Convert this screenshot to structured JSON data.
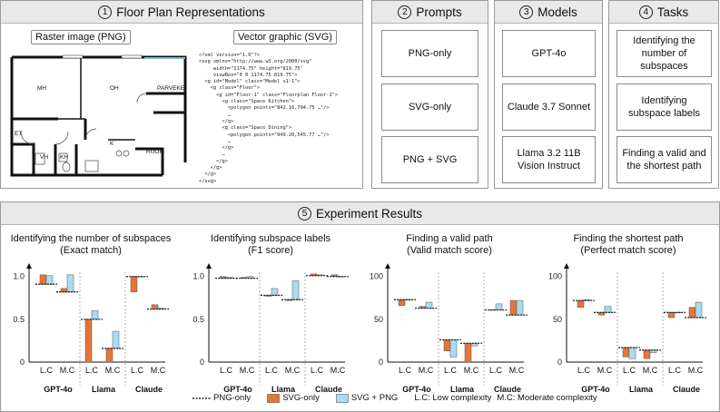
{
  "colors": {
    "png": "#222222",
    "svg": "#e87437",
    "both": "#a8dcf2"
  },
  "panel1": {
    "num": "1",
    "title": "Floor Plan Representations",
    "raster_label": "Raster image (PNG)",
    "vector_label": "Vector graphic (SVG)",
    "rooms": [
      "MH",
      "OH",
      "PARVEKE",
      "ET",
      "VH",
      "KH",
      "K",
      "RUOK"
    ],
    "svg_code": "<?xml version=\"1.0\"?>\n<svg xmlns=\"http://www.w3.org/2000/svg\"\n     width=\"1174.75\" height=\"819.75\"\n     viewBox=\"0 0 1174.75 819.75\">\n  <g id=\"Model\" class=\"Model v1-1\">\n    <g class=\"Floor\">\n      <g id=\"Floor-1\" class=\"Floorplan Floor-1\">\n        <g class=\"Space Kitchen\">\n          <polygon points=\"842.16,794.75 …\"/>\n          …\n        </g>\n        <g class=\"Space Dining\">\n          <polygon points=\"949.20,545.77 …\"/>\n          …\n        </g>\n        …\n      </g>\n    </g>\n  </g>\n</svg>"
  },
  "panel2": {
    "num": "2",
    "title": "Prompts",
    "items": [
      "PNG-only",
      "SVG-only",
      "PNG + SVG"
    ]
  },
  "panel3": {
    "num": "3",
    "title": "Models",
    "items": [
      "GPT-4o",
      "Claude 3.7 Sonnet",
      "Llama 3.2 11B\nVision Instruct"
    ]
  },
  "panel4": {
    "num": "4",
    "title": "Tasks",
    "items": [
      "Identifying the\nnumber of\nsubspaces",
      "Identifying\nsubspace labels",
      "Finding a valid and\nthe shortest path"
    ]
  },
  "panel5": {
    "num": "5",
    "title": "Experiment Results"
  },
  "chart_data": [
    {
      "type": "bar",
      "title": "Identifying the number of subspaces\n(Exact match)",
      "yticks": [
        "1.0",
        "0.5",
        "0"
      ],
      "ylim": [
        0,
        1.05
      ],
      "models": [
        "GPT-4o",
        "Llama",
        "Claude"
      ],
      "complexity": [
        "L.C",
        "M.C"
      ],
      "series": [
        {
          "name": "PNG-only",
          "values": [
            0.91,
            0.82,
            0.5,
            0.16,
            1.0,
            0.62
          ]
        },
        {
          "name": "SVG-only",
          "values": [
            1.02,
            0.86,
            0.0,
            0.0,
            0.82,
            0.67
          ]
        },
        {
          "name": "SVG + PNG",
          "values": [
            1.01,
            1.02,
            0.6,
            0.36,
            1.0,
            0.63
          ]
        }
      ]
    },
    {
      "type": "bar",
      "title": "Identifying subspace labels\n(F1 score)",
      "yticks": [
        "1.0",
        "0.5",
        "0"
      ],
      "ylim": [
        0,
        1.05
      ],
      "models": [
        "GPT-4o",
        "Llama",
        "Claude"
      ],
      "complexity": [
        "L.C",
        "M.C"
      ],
      "series": [
        {
          "name": "PNG-only",
          "values": [
            0.98,
            0.98,
            0.78,
            0.73,
            1.01,
            1.0
          ]
        },
        {
          "name": "SVG-only",
          "values": [
            1.0,
            0.99,
            0.77,
            0.72,
            1.03,
            1.02
          ]
        },
        {
          "name": "SVG + PNG",
          "values": [
            0.99,
            1.0,
            0.86,
            0.95,
            1.02,
            1.0
          ]
        }
      ]
    },
    {
      "type": "bar",
      "title": "Finding a valid path\n(Valid match score)",
      "yticks": [
        "100",
        "50",
        "0"
      ],
      "ylim": [
        0,
        105
      ],
      "models": [
        "GPT-4o",
        "Llama",
        "Claude"
      ],
      "complexity": [
        "L.C",
        "M.C"
      ],
      "series": [
        {
          "name": "PNG-only",
          "values": [
            73,
            63,
            26,
            22,
            61,
            55
          ]
        },
        {
          "name": "SVG-only",
          "values": [
            66,
            65,
            13,
            0,
            61,
            72
          ]
        },
        {
          "name": "SVG + PNG",
          "values": [
            73,
            70,
            6,
            19,
            68,
            72
          ]
        }
      ]
    },
    {
      "type": "bar",
      "title": "Finding the shortest path\n(Perfect match score)",
      "yticks": [
        "100",
        "50",
        "0"
      ],
      "ylim": [
        0,
        105
      ],
      "models": [
        "GPT-4o",
        "Llama",
        "Claude"
      ],
      "complexity": [
        "L.C",
        "M.C"
      ],
      "series": [
        {
          "name": "PNG-only",
          "values": [
            72,
            58,
            17,
            14,
            58,
            52
          ]
        },
        {
          "name": "SVG-only",
          "values": [
            64,
            55,
            6,
            4,
            52,
            64
          ]
        },
        {
          "name": "SVG + PNG",
          "values": [
            73,
            65,
            4,
            11,
            58,
            70
          ]
        }
      ]
    }
  ],
  "legend": {
    "png": "PNG-only",
    "svg": "SVG-only",
    "both": "SVG + PNG",
    "lc": "L.C: Low complexity",
    "mc": "M.C: Moderate complexity"
  }
}
